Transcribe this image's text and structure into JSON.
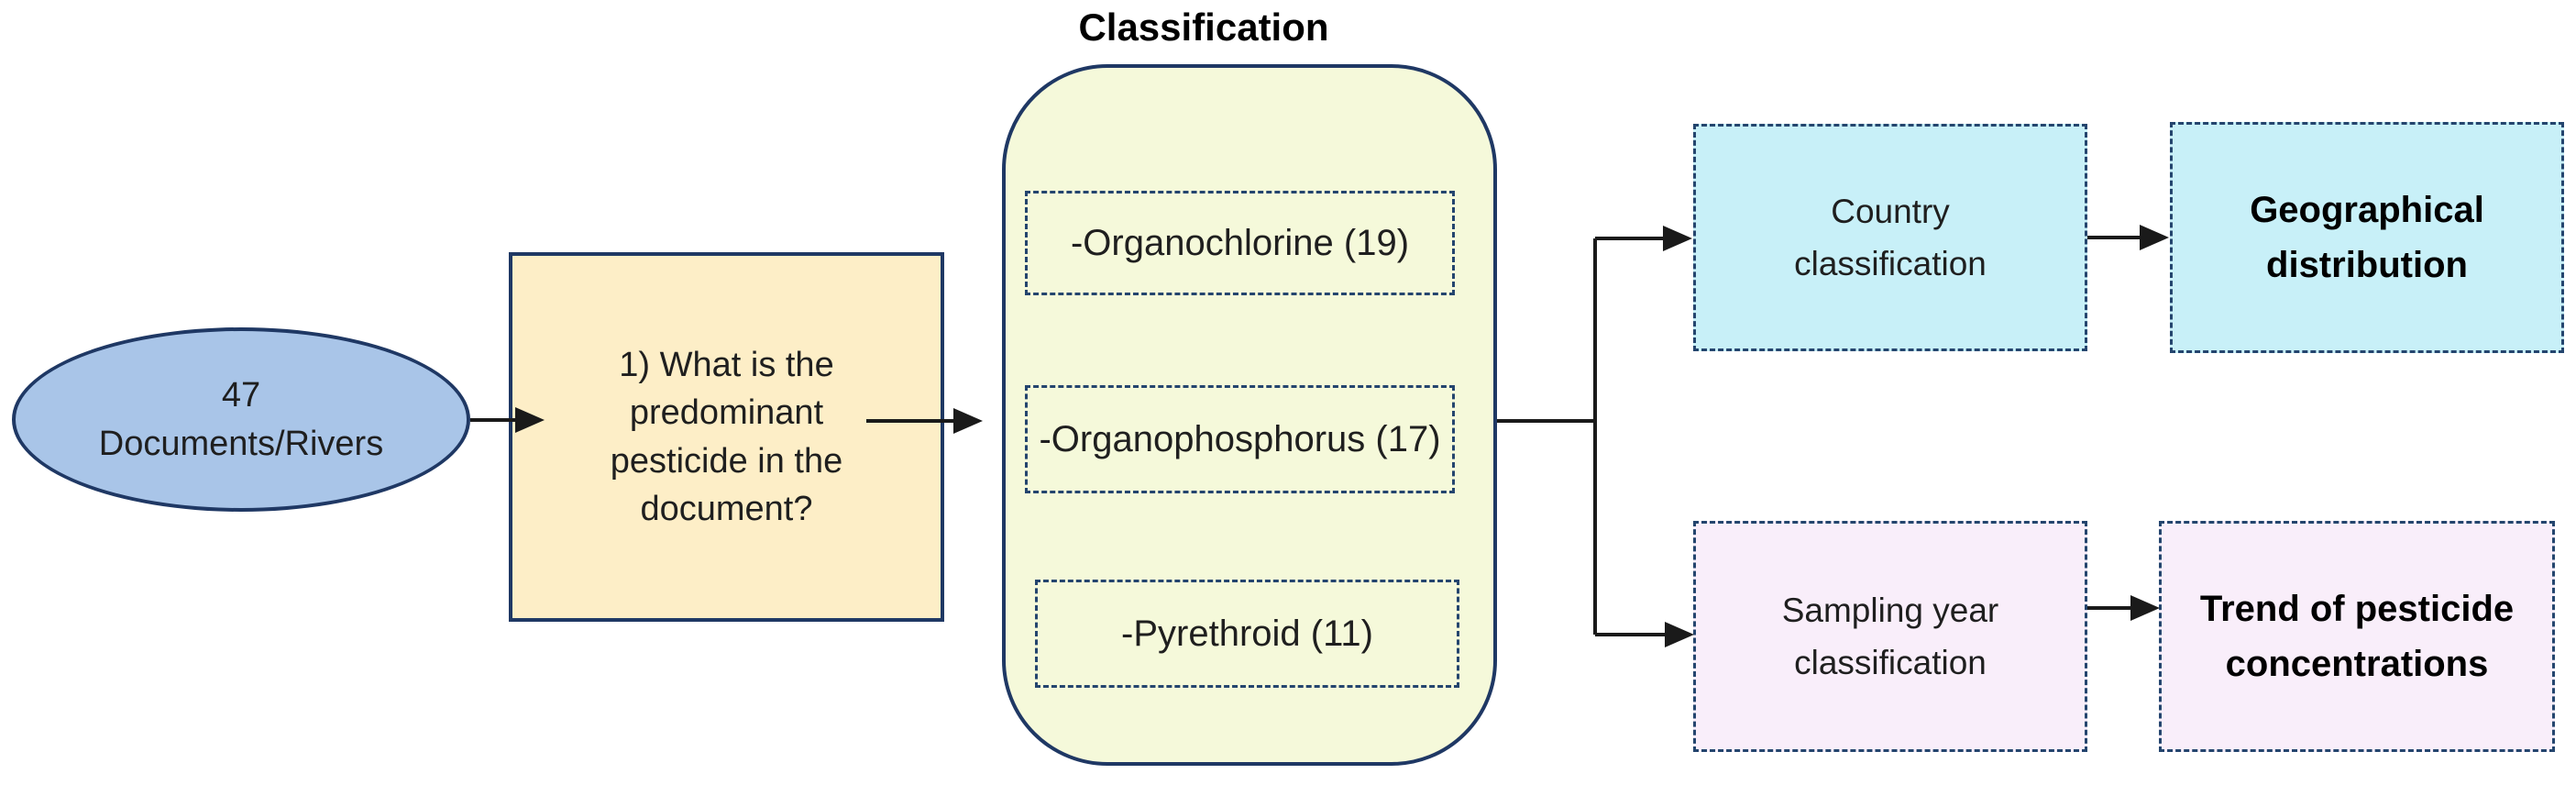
{
  "flowchart": {
    "source": {
      "lines": [
        "47",
        "Documents/Rivers"
      ]
    },
    "question": {
      "lines": [
        "1) What is the",
        "predominant",
        "pesticide in the",
        "document?"
      ]
    },
    "classification": {
      "title": "Classification",
      "items": [
        {
          "label": "-Organochlorine (19)"
        },
        {
          "label": "-Organophosphorus (17)"
        },
        {
          "label": "-Pyrethroid (11)"
        }
      ]
    },
    "branches": {
      "country": {
        "step_lines": [
          "Country",
          "classification"
        ],
        "outcome_lines": [
          "Geographical",
          "distribution"
        ]
      },
      "year": {
        "step_lines": [
          "Sampling year",
          "classification"
        ],
        "outcome_lines": [
          "Trend of pesticide",
          "concentrations"
        ]
      }
    },
    "colors": {
      "node_border": "#1f3864",
      "arrow": "#1a1a1a",
      "source_fill": "#a9c5e8",
      "question_fill": "#fdeec7",
      "classification_fill": "#f5f9da",
      "country_branch_fill": "#c8f0f8",
      "year_branch_fill": "#f9eefa"
    }
  }
}
